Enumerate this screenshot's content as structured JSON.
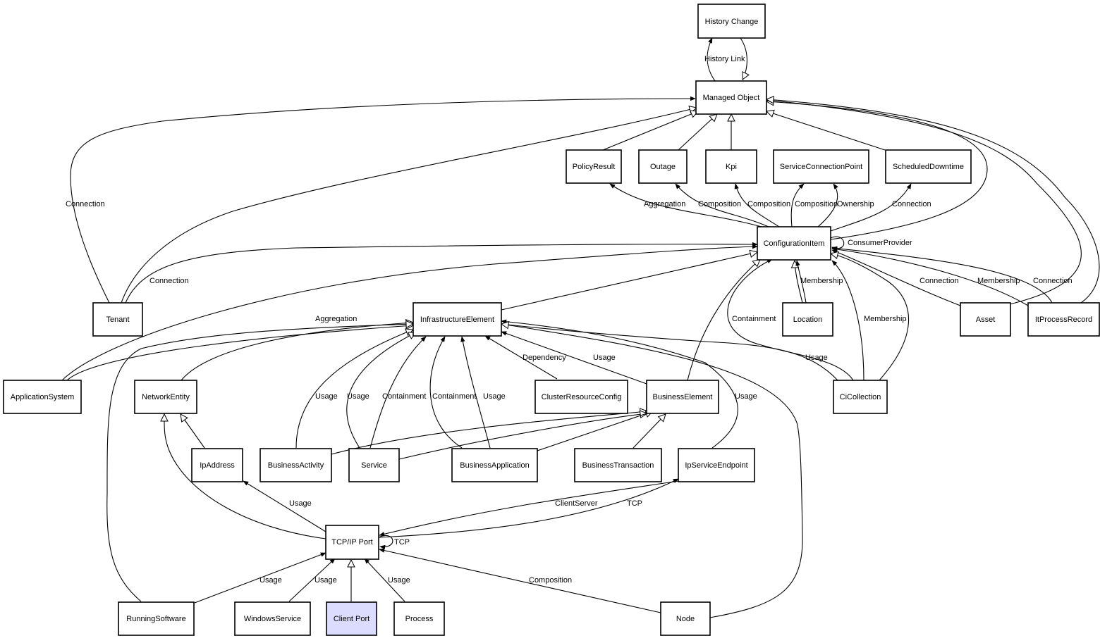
{
  "nodes": {
    "history_change": "History Change",
    "managed_object": "Managed Object",
    "policy_result": "PolicyResult",
    "outage": "Outage",
    "kpi": "Kpi",
    "service_connection_point": "ServiceConnectionPoint",
    "scheduled_downtime": "ScheduledDowntime",
    "configuration_item": "ConfigurationItem",
    "tenant": "Tenant",
    "infrastructure_element": "InfrastructureElement",
    "location": "Location",
    "asset": "Asset",
    "it_process_record": "ItProcessRecord",
    "application_system": "ApplicationSystem",
    "network_entity": "NetworkEntity",
    "cluster_resource_config": "ClusterResourceConfig",
    "business_element": "BusinessElement",
    "ci_collection": "CiCollection",
    "ip_address": "IpAddress",
    "business_activity": "BusinessActivity",
    "service": "Service",
    "business_application": "BusinessApplication",
    "business_transaction": "BusinessTransaction",
    "ip_service_endpoint": "IpServiceEndpoint",
    "tcp_ip_port": "TCP/IP Port",
    "running_software": "RunningSoftware",
    "windows_service": "WindowsService",
    "client_port": "Client Port",
    "process": "Process",
    "node": "Node"
  },
  "edge_labels": {
    "history_link": "History Link",
    "tenant_mo_connection": "Connection",
    "tenant_ci_connection": "Connection",
    "aggregation_policy": "Aggregation",
    "composition_outage": "Composition",
    "composition_kpi": "Composition",
    "composition_scp": "Composition",
    "ownership": "Ownership",
    "connection_downtime": "Connection",
    "consumer_provider": "ConsumerProvider",
    "membership_location": "Membership",
    "connection_asset": "Connection",
    "membership_itp": "Membership",
    "connection_itp": "Connection",
    "aggregation_ie": "Aggregation",
    "containment_cicoll": "Containment",
    "membership_cicoll": "Membership",
    "dependency": "Dependency",
    "usage_be_ie": "Usage",
    "usage_cicoll_ie": "Usage",
    "usage_bact": "Usage",
    "usage_service": "Usage",
    "containment_service": "Containment",
    "containment_bapp": "Containment",
    "usage_bapp": "Usage",
    "usage_btrans": "Usage",
    "usage_ipaddress": "Usage",
    "client_server": "ClientServer",
    "tcp_endpoint": "TCP",
    "tcp_self": "TCP",
    "usage_running_sw": "Usage",
    "usage_windows_service": "Usage",
    "usage_process": "Usage",
    "composition_node": "Composition"
  },
  "colors": {
    "client_port_fill": "#dcdcff",
    "line": "#000000"
  }
}
